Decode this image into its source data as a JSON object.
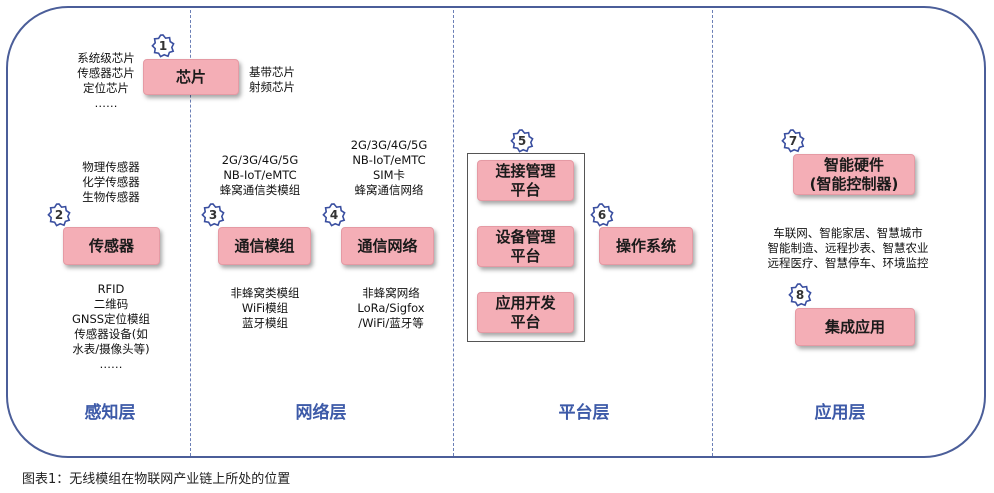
{
  "layers": [
    "感知层",
    "网络层",
    "平台层",
    "应用层"
  ],
  "caption": "图表1：无线模组在物联网产业链上所处的位置",
  "nodes": {
    "chip": {
      "num": "1",
      "label": "芯片",
      "left_notes": [
        "系统级芯片",
        "传感器芯片",
        "定位芯片",
        "……"
      ],
      "right_notes": [
        "基带芯片",
        "射频芯片"
      ]
    },
    "sensor": {
      "num": "2",
      "label": "传感器",
      "top_notes": [
        "物理传感器",
        "化学传感器",
        "生物传感器"
      ],
      "bottom_notes": [
        "RFID",
        "二维码",
        "GNSS定位模组",
        "传感器设备(如",
        "水表/摄像头等)",
        "……"
      ]
    },
    "module": {
      "num": "3",
      "label": "通信模组",
      "top_notes": [
        "2G/3G/4G/5G",
        "NB-IoT/eMTC",
        "蜂窝通信类模组"
      ],
      "bottom_notes": [
        "非蜂窝类模组",
        "WiFi模组",
        "蓝牙模组"
      ]
    },
    "network": {
      "num": "4",
      "label": "通信网络",
      "top_notes": [
        "2G/3G/4G/5G",
        "NB-IoT/eMTC",
        "SIM卡",
        "蜂窝通信网络"
      ],
      "bottom_notes": [
        "非蜂窝网络",
        "LoRa/Sigfox",
        "/WiFi/蓝牙等"
      ]
    },
    "platform": {
      "num": "5",
      "items": [
        [
          "连接管理",
          "平台"
        ],
        [
          "设备管理",
          "平台"
        ],
        [
          "应用开发",
          "平台"
        ]
      ]
    },
    "os": {
      "num": "6",
      "label": "操作系统"
    },
    "hardware": {
      "num": "7",
      "lines": [
        "智能硬件",
        "(智能控制器)"
      ],
      "notes": [
        "车联网、智能家居、智慧城市",
        "智能制造、远程抄表、智慧农业",
        "远程医疗、智慧停车、环境监控"
      ]
    },
    "integration": {
      "num": "8",
      "label": "集成应用"
    }
  }
}
